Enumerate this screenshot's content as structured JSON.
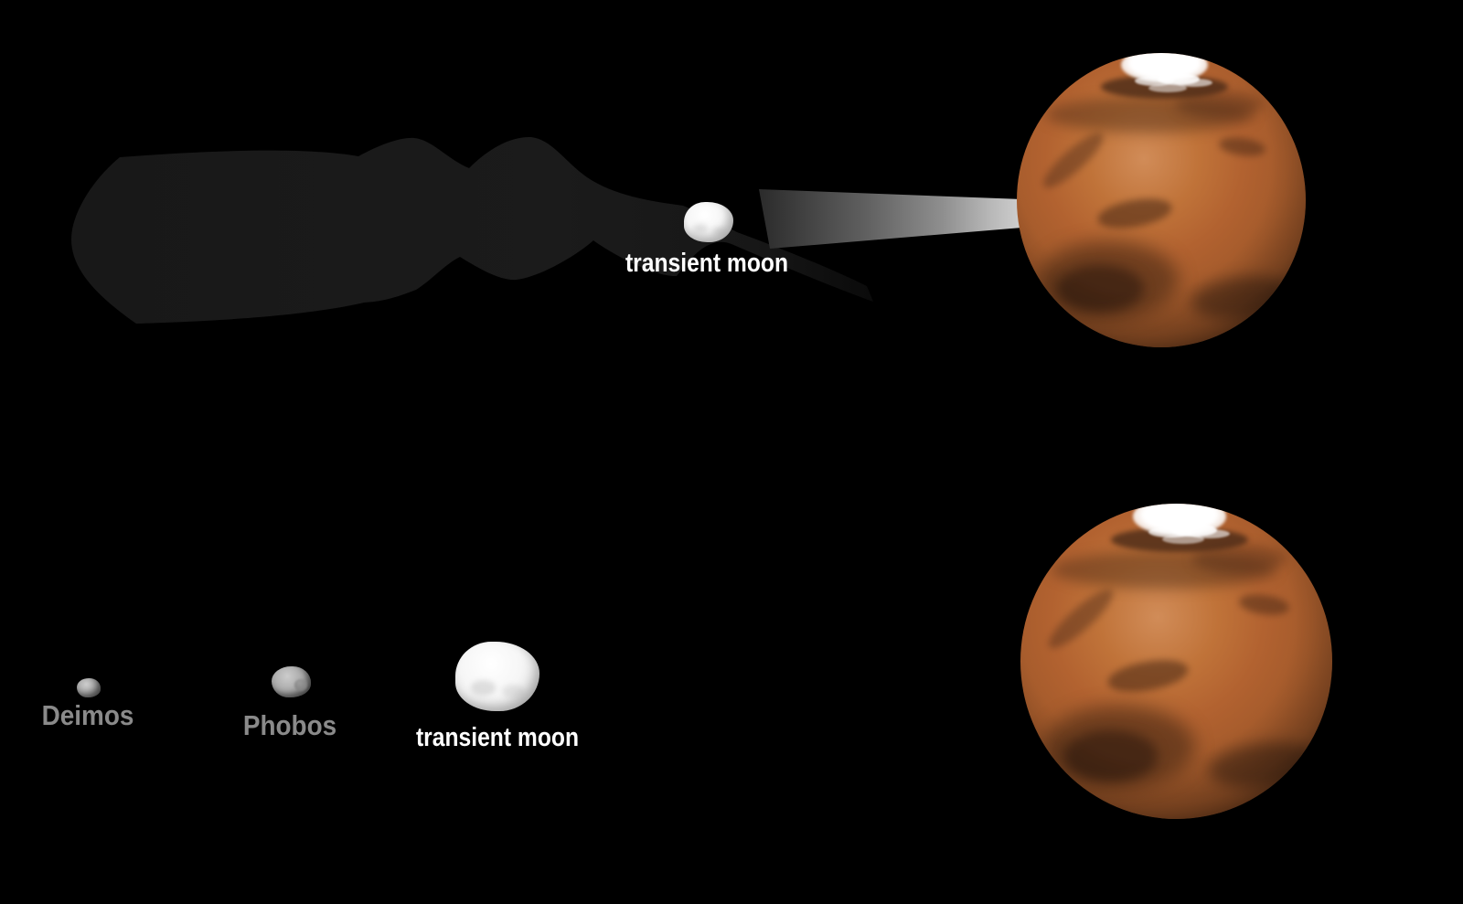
{
  "scene": {
    "background_color": "#000000",
    "top_panel": {
      "transient_moon_label": "transient moon"
    },
    "bottom_panel": {
      "deimos_label": "Deimos",
      "phobos_label": "Phobos",
      "transient_moon_label": "transient moon"
    },
    "colors": {
      "debris_trail": "#191919",
      "infall_stream": "#b0b0b0",
      "mars_surface": "#b26230",
      "mars_dark_markings": "#5e3620",
      "mars_polar_cap": "#ffffff",
      "transient_moon_rock": "#f4f4f4",
      "phobos_rock": "#a0a0a0",
      "deimos_rock": "#a8a8a8",
      "label_white": "#ffffff",
      "label_gray": "#8a8a8a"
    }
  }
}
